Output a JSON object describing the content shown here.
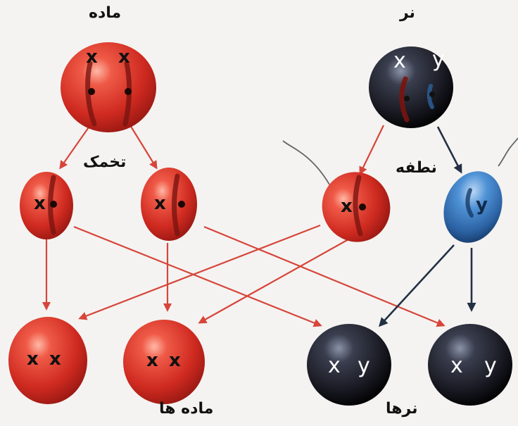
{
  "labels": {
    "female": "ماده",
    "male": "نر",
    "egg": "تخمک",
    "sperm": "نطفه",
    "females": "ماده ها",
    "males": "نرها"
  },
  "chromosomes": {
    "female_parent": [
      "x",
      "x"
    ],
    "male_parent": [
      "x",
      "y"
    ],
    "egg_left": "x",
    "egg_right": "x",
    "sperm_x": "x",
    "sperm_y": "y",
    "daughter_left": [
      "x",
      "x"
    ],
    "daughter_right": [
      "x",
      "x"
    ],
    "son_left": [
      "x",
      "y"
    ],
    "son_right": [
      "x",
      "y"
    ]
  },
  "colors": {
    "red": "#d9332a",
    "black": "#1b1c25",
    "blue": "#3b7ec6",
    "arrow_red": "#d7453a",
    "arrow_dark": "#233044"
  }
}
